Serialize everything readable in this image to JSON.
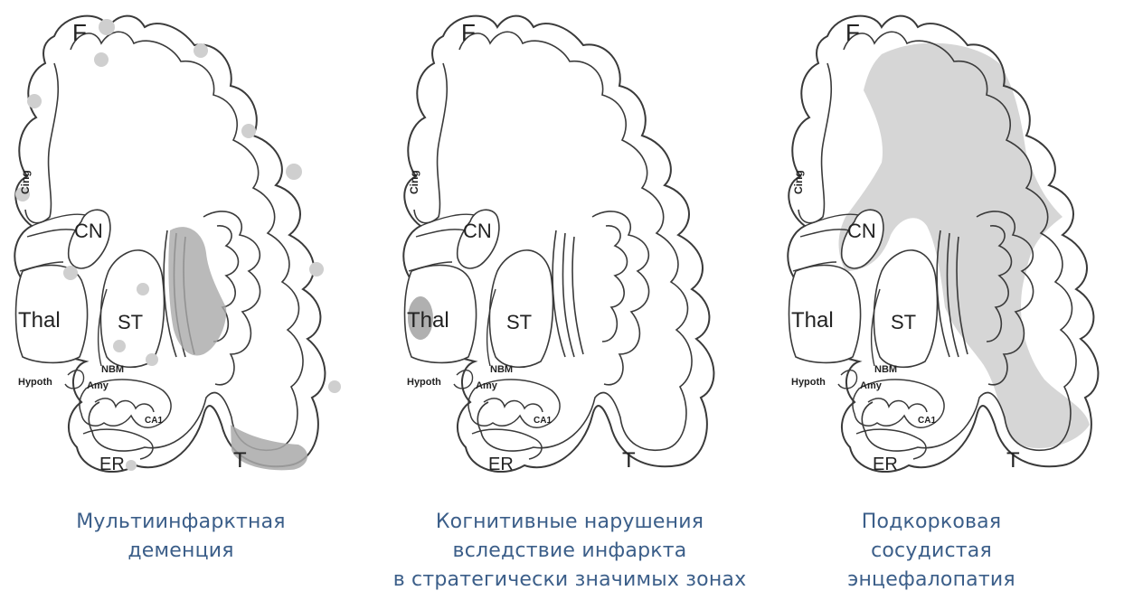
{
  "labels": {
    "F": "F",
    "Cing": "Cing",
    "CN": "CN",
    "Thal": "Thal",
    "ST": "ST",
    "NBM": "NBM",
    "Hypoth": "Hypoth",
    "Amy": "Amy",
    "CA1": "CA1",
    "ER": "ER",
    "T": "T"
  },
  "panels": [
    {
      "caption": [
        "Мультиинфарктная",
        "деменция"
      ],
      "lesion": "multiple-infarcts"
    },
    {
      "caption": [
        "Когнитивные нарушения",
        "вследствие инфаркта",
        "в стратегически значимых зонах"
      ],
      "lesion": "strategic-thalamic-infarct"
    },
    {
      "caption": [
        "Подкорковая",
        "сосудистая",
        "энцефалопатия"
      ],
      "lesion": "diffuse-white-matter"
    }
  ],
  "colors": {
    "outline": "#3a3a3a",
    "lesion_light": "#d6d6d6",
    "lesion_dark": "#a9a9a9",
    "caption": "#3b5e89"
  }
}
